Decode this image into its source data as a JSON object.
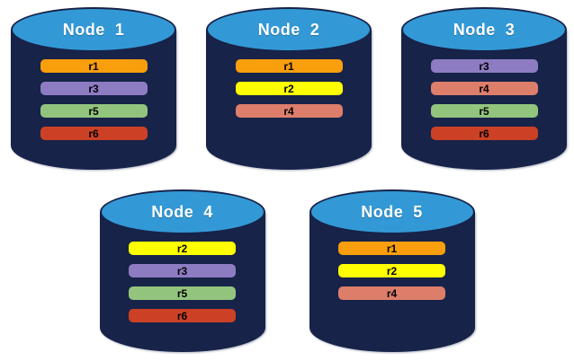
{
  "palette": {
    "background": "#FFFFFF",
    "cylinder_body": "#172349",
    "cylinder_cap": "#3399D6",
    "node_label_color": "#FFFFFF",
    "bar_text_color": "#000000"
  },
  "regions": {
    "r1": "#F99E0D",
    "r2": "#FFFF00",
    "r3": "#8E7CC3",
    "r4": "#DD7E6B",
    "r5": "#93C47D",
    "r6": "#CC4125"
  },
  "rows": [
    {
      "nodes": [
        {
          "label": "Node  1",
          "regions": [
            "r1",
            "r3",
            "r5",
            "r6"
          ]
        },
        {
          "label": "Node  2",
          "regions": [
            "r1",
            "r2",
            "r4"
          ]
        },
        {
          "label": "Node  3",
          "regions": [
            "r3",
            "r4",
            "r5",
            "r6"
          ]
        }
      ]
    },
    {
      "nodes": [
        {
          "label": "Node  4",
          "regions": [
            "r2",
            "r3",
            "r5",
            "r6"
          ]
        },
        {
          "label": "Node  5",
          "regions": [
            "r1",
            "r2",
            "r4"
          ]
        }
      ]
    }
  ]
}
